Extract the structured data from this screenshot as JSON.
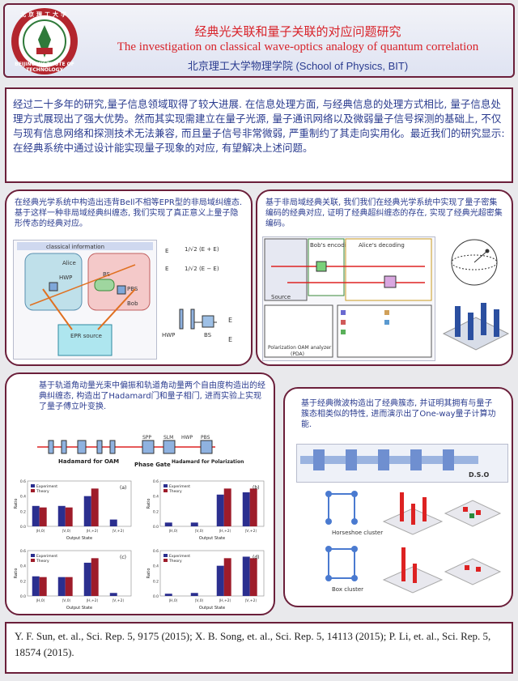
{
  "header": {
    "logo_text_cn": "北京理工大学",
    "logo_text_en": "BEIJING INSTITUTE OF TECHNOLOGY",
    "title_cn": "经典光关联和量子关联的对应问题研究",
    "title_en": "The investigation on classical wave-optics analogy of quantum correlation",
    "subtitle": "北京理工大学物理学院 (School of Physics, BIT)"
  },
  "intro": "经过二十多年的研究,量子信息领域取得了较大进展. 在信息处理方面, 与经典信息的处理方式相比, 量子信息处理方式展现出了强大优势。然而其实现需建立在量子光源, 量子通讯网络以及微弱量子信号探测的基础上, 不仅与现有信息网络和探测技术无法兼容, 而且量子信号非常微弱, 严重制约了其走向实用化。最近我们的研究显示: 在经典系统中通过设计能实现量子现象的对应, 有望解决上述问题。",
  "panels": [
    {
      "text": "在经典光学系统中构造出违背Bell不相等EPR型的非局域纠缠态. 基于这样一种非局域经典纠缠态, 我们实现了真正意义上量子隐形传态的经典对应。",
      "labels": {
        "classical_information": "classical information",
        "alice": "Alice",
        "bob": "Bob",
        "epr_source": "EPR source",
        "hwp": "HWP",
        "bs": "BS",
        "pbs": "PBS"
      }
    },
    {
      "text": "基于非局域经典关联, 我们我们在经典光学系统中实现了量子密集编码的经典对应, 证明了经典超纠缠态的存在, 实现了经典光超密集编码。",
      "labels": {
        "source": "Source",
        "bobs_encoding": "Bob's encoding",
        "alices_decoding": "Alice's decoding",
        "poa": "Polarization OAM analyzer",
        "pda": "(PDA)"
      }
    },
    {
      "text": "基于轨道角动量光束中偏振和轨道角动量两个自由度构造出的经典纠缠态, 构造出了Hadamard门和量子相门, 进而实验上实现了量子傅立叶变换.",
      "labels": {
        "hadamard_oam": "Hadamard for OAM",
        "phase_gate": "Phase Gate",
        "hadamard_pol": "Hadamard for Polarization",
        "spp": "SPP",
        "slm": "SLM",
        "hwp": "HWP",
        "pbs": "PBS",
        "output_state": "Output State",
        "ratio": "Ratio",
        "experiment": "Experiment",
        "theory": "Theory",
        "a": "(a)",
        "b": "(b)",
        "c": "(c)",
        "d": "(d)"
      }
    },
    {
      "text": "基于经典微波构造出了经典簇态, 并证明其拥有与量子簇态相类似的特性, 进而演示出了One-way量子计算功能.",
      "labels": {
        "horseshoe": "Horseshoe cluster",
        "box": "Box cluster",
        "dso": "D.S.O"
      }
    }
  ],
  "chart_data": [
    {
      "type": "bar",
      "categories": [
        "|H,0⟩",
        "|V,0⟩",
        "|H,+2⟩",
        "|V,+2⟩"
      ],
      "series": [
        {
          "name": "Experiment",
          "values": [
            0.27,
            0.27,
            0.4,
            0.09
          ]
        },
        {
          "name": "Theory",
          "values": [
            0.25,
            0.25,
            0.5,
            0.0
          ]
        }
      ],
      "xlabel": "Output State",
      "ylabel": "Ratio",
      "ylim": [
        0,
        0.6
      ]
    },
    {
      "type": "bar",
      "categories": [
        "|H,0⟩",
        "|V,0⟩",
        "|H,+2⟩",
        "|V,+2⟩"
      ],
      "series": [
        {
          "name": "Experiment",
          "values": [
            0.05,
            0.05,
            0.42,
            0.45
          ]
        },
        {
          "name": "Theory",
          "values": [
            0.0,
            0.0,
            0.5,
            0.5
          ]
        }
      ],
      "xlabel": "Output State",
      "ylabel": "Ratio",
      "ylim": [
        0,
        0.6
      ]
    },
    {
      "type": "bar",
      "categories": [
        "|H,0⟩",
        "|V,0⟩",
        "|H,+2⟩",
        "|V,+2⟩"
      ],
      "series": [
        {
          "name": "Experiment",
          "values": [
            0.26,
            0.25,
            0.44,
            0.04
          ]
        },
        {
          "name": "Theory",
          "values": [
            0.25,
            0.25,
            0.5,
            0.0
          ]
        }
      ],
      "xlabel": "Output State",
      "ylabel": "Ratio",
      "ylim": [
        0,
        0.6
      ]
    },
    {
      "type": "bar",
      "categories": [
        "|H,0⟩",
        "|V,0⟩",
        "|H,+2⟩",
        "|V,+2⟩"
      ],
      "series": [
        {
          "name": "Experiment",
          "values": [
            0.03,
            0.04,
            0.4,
            0.52
          ]
        },
        {
          "name": "Theory",
          "values": [
            0.0,
            0.0,
            0.5,
            0.5
          ]
        }
      ],
      "xlabel": "Output State",
      "ylabel": "Ratio",
      "ylim": [
        0,
        0.6
      ]
    }
  ],
  "footer": "Y. F. Sun, et. al., Sci. Rep. 5, 9175 (2015);  X. B. Song, et. al., Sci. Rep. 5, 14113 (2015); P. Li, et. al., Sci. Rep. 5, 18574 (2015).",
  "colors": {
    "border": "#6b1f3a",
    "title_red": "#d8232a",
    "text_blue": "#2a3b8f",
    "exp_blue": "#2b2f8f",
    "theory_red": "#9e1c2a"
  }
}
